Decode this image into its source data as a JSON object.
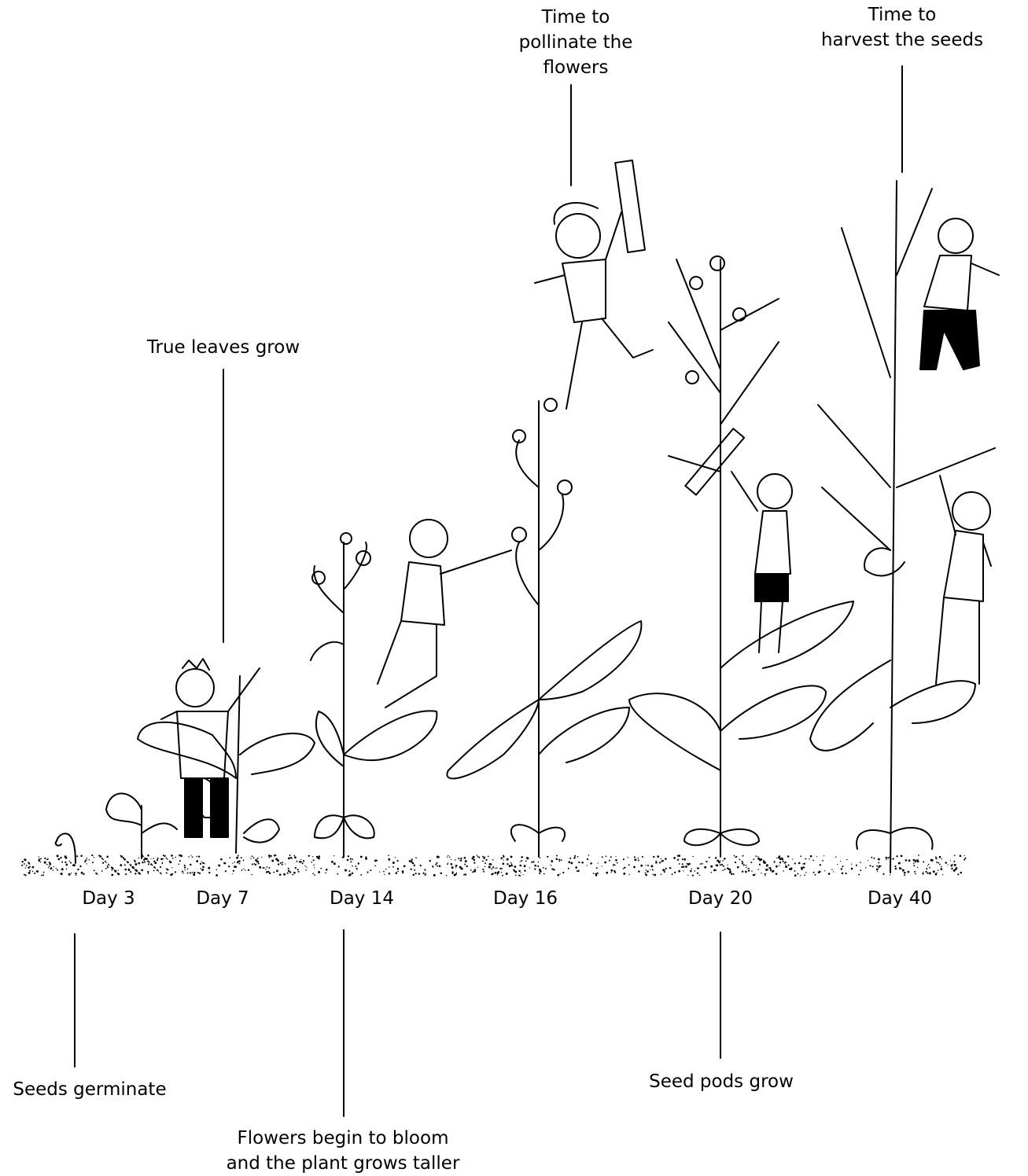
{
  "days": {
    "d3": "Day 3",
    "d7": "Day 7",
    "d14": "Day 14",
    "d16": "Day 16",
    "d20": "Day 20",
    "d40": "Day 40"
  },
  "stages": {
    "seeds_germinate": "Seeds germinate",
    "true_leaves": "True leaves grow",
    "flowers_bloom": [
      "Flowers begin to bloom",
      "and the plant grows taller"
    ],
    "pollinate": [
      "Time to",
      "pollinate the",
      "flowers"
    ],
    "seed_pods": "Seed pods grow",
    "harvest": [
      "Time to",
      "harvest the seeds"
    ]
  },
  "colors": {
    "ink": "#000000",
    "paper": "#ffffff"
  }
}
